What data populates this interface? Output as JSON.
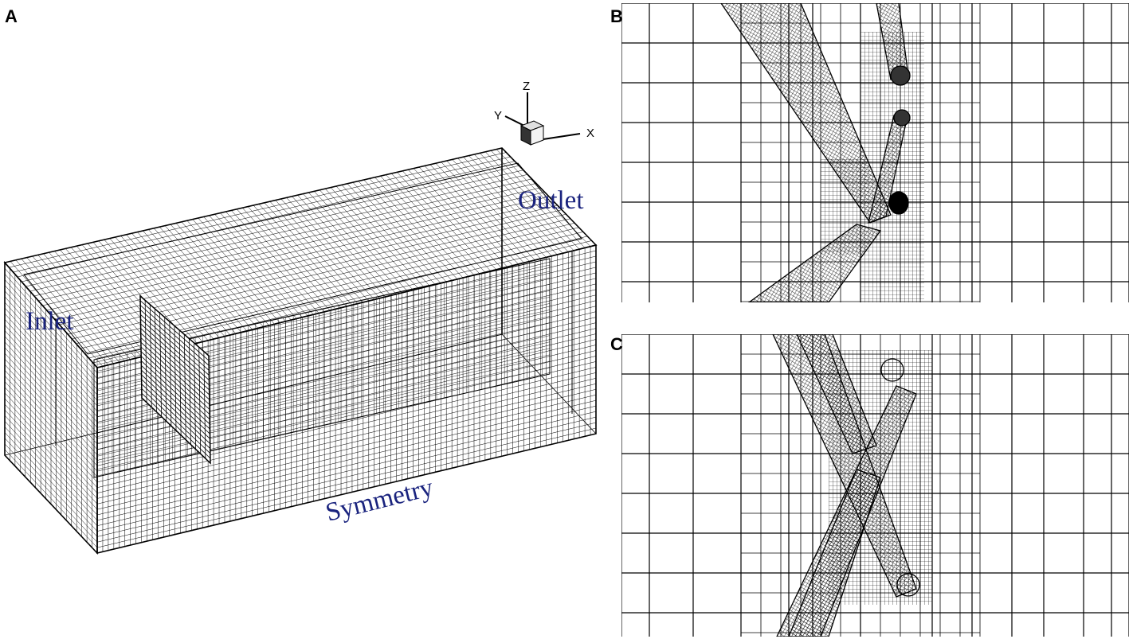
{
  "panels": {
    "a": {
      "letter": "A"
    },
    "b": {
      "letter": "B"
    },
    "c": {
      "letter": "C"
    }
  },
  "axes": {
    "x": "X",
    "y": "Y",
    "z": "Z"
  },
  "labels": {
    "inlet": "Inlet",
    "outlet": "Outlet",
    "symmetry": "Symmetry"
  },
  "colors": {
    "label": "#1a237e",
    "mesh": "#000000",
    "background": "#ffffff"
  }
}
